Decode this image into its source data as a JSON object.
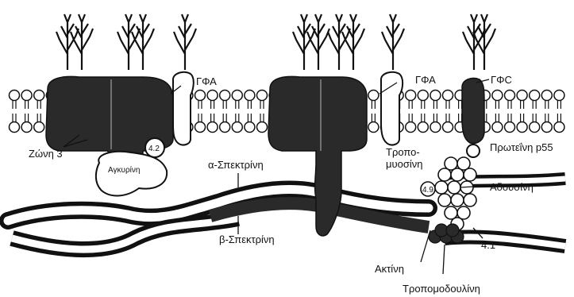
{
  "labels": {
    "gpa_1": "ΓΦΑ",
    "gpa_2": "ΓΦΑ",
    "gpc": "ΓΦC",
    "band3": "Ζώνη 3",
    "ankyrin": "Αγκυρίνη",
    "protein_42": "4.2",
    "alpha_spectrin": "α-Σπεκτρίνη",
    "beta_spectrin": "β-Σπεκτρίνη",
    "tropomyosin_line1": "Τροπο-",
    "tropomyosin_line2": "μυοσίνη",
    "protein_p55": "Πρωτεΐνη p55",
    "protein_49": "4.9",
    "adducin": "Αδουσίνη",
    "protein_41": "4.1",
    "actin": "Ακτίνη",
    "tropomodulin": "Τροπομοδουλίνη"
  }
}
